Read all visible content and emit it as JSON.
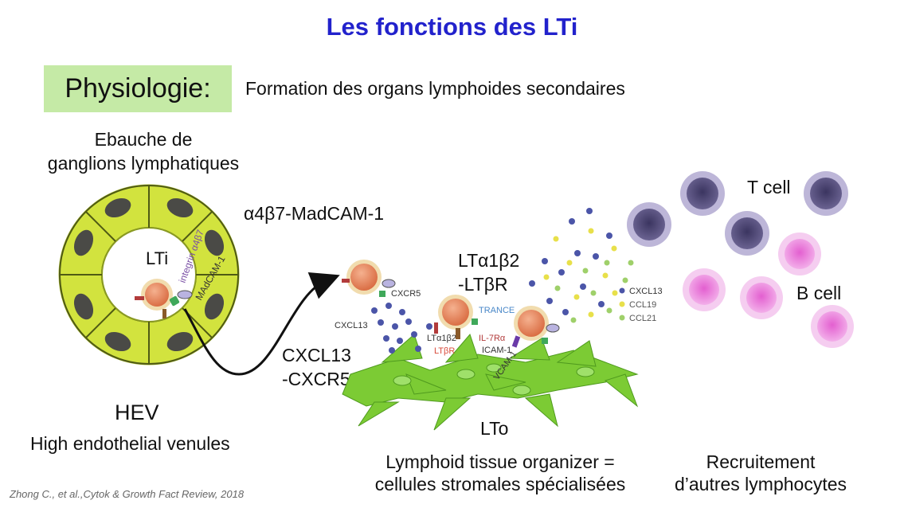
{
  "title": "Les fonctions des LTi",
  "physiologie_label": "Physiologie:",
  "subtitle": "Formation des organs lymphoides secondaires",
  "ebauche": "Ebauche de ganglions lymphatiques",
  "ebauche_line1": "Ebauche de",
  "ebauche_line2": "ganglions lymphatiques",
  "alpha_madcam": "α4β7-MadCAM-1",
  "lti_label": "LTi",
  "integrin_label": "integrin α4β7",
  "madcam_label": "MAdCAM-1",
  "hev_label": "HEV",
  "hev_full": "High endothelial venules",
  "cxcl13_cxcr5_line1": "CXCL13",
  "cxcl13_cxcr5_line2": "-CXCR5",
  "lta_line1": "LTα1β2",
  "lta_line2": "-LTβR",
  "cxcr5_small": "CXCR5",
  "cxcl13_small_left": "CXCL13",
  "trance_small": "TRANCE",
  "lta1b2_small": "LTα1β2",
  "il7r_small": "IL-7Rα",
  "ltbr_small": "LTβR",
  "icam_small": "ICAM-1",
  "vcam_small": "VCAM-1",
  "legend_cxcl13": "CXCL13",
  "legend_ccl19": "CCL19",
  "legend_ccl21": "CCL21",
  "tcell_label": "T cell",
  "bcell_label": "B cell",
  "lto_label": "LTo",
  "lto_desc_line1": "Lymphoid tissue organizer =",
  "lto_desc_line2": "cellules stromales spécialisées",
  "recruit_line1": "Recruitement",
  "recruit_line2": "d’autres lymphocytes",
  "citation": "Zhong C., et al.,Cytok & Growth Fact Review, 2018",
  "colors": {
    "title": "#2222cc",
    "physio_box": "#c5eaa6",
    "hev_cell": "#cfe23a",
    "nucleus": "#4a4a46",
    "lti_cell": "#e0835f",
    "tcell": "#7a6a9e",
    "bcell": "#e48ad8",
    "stroma": "#7ccb34",
    "cxcl13_dot": "#4b55a8",
    "ccl19_dot": "#e8e04a",
    "ccl21_dot": "#9fd06a"
  }
}
